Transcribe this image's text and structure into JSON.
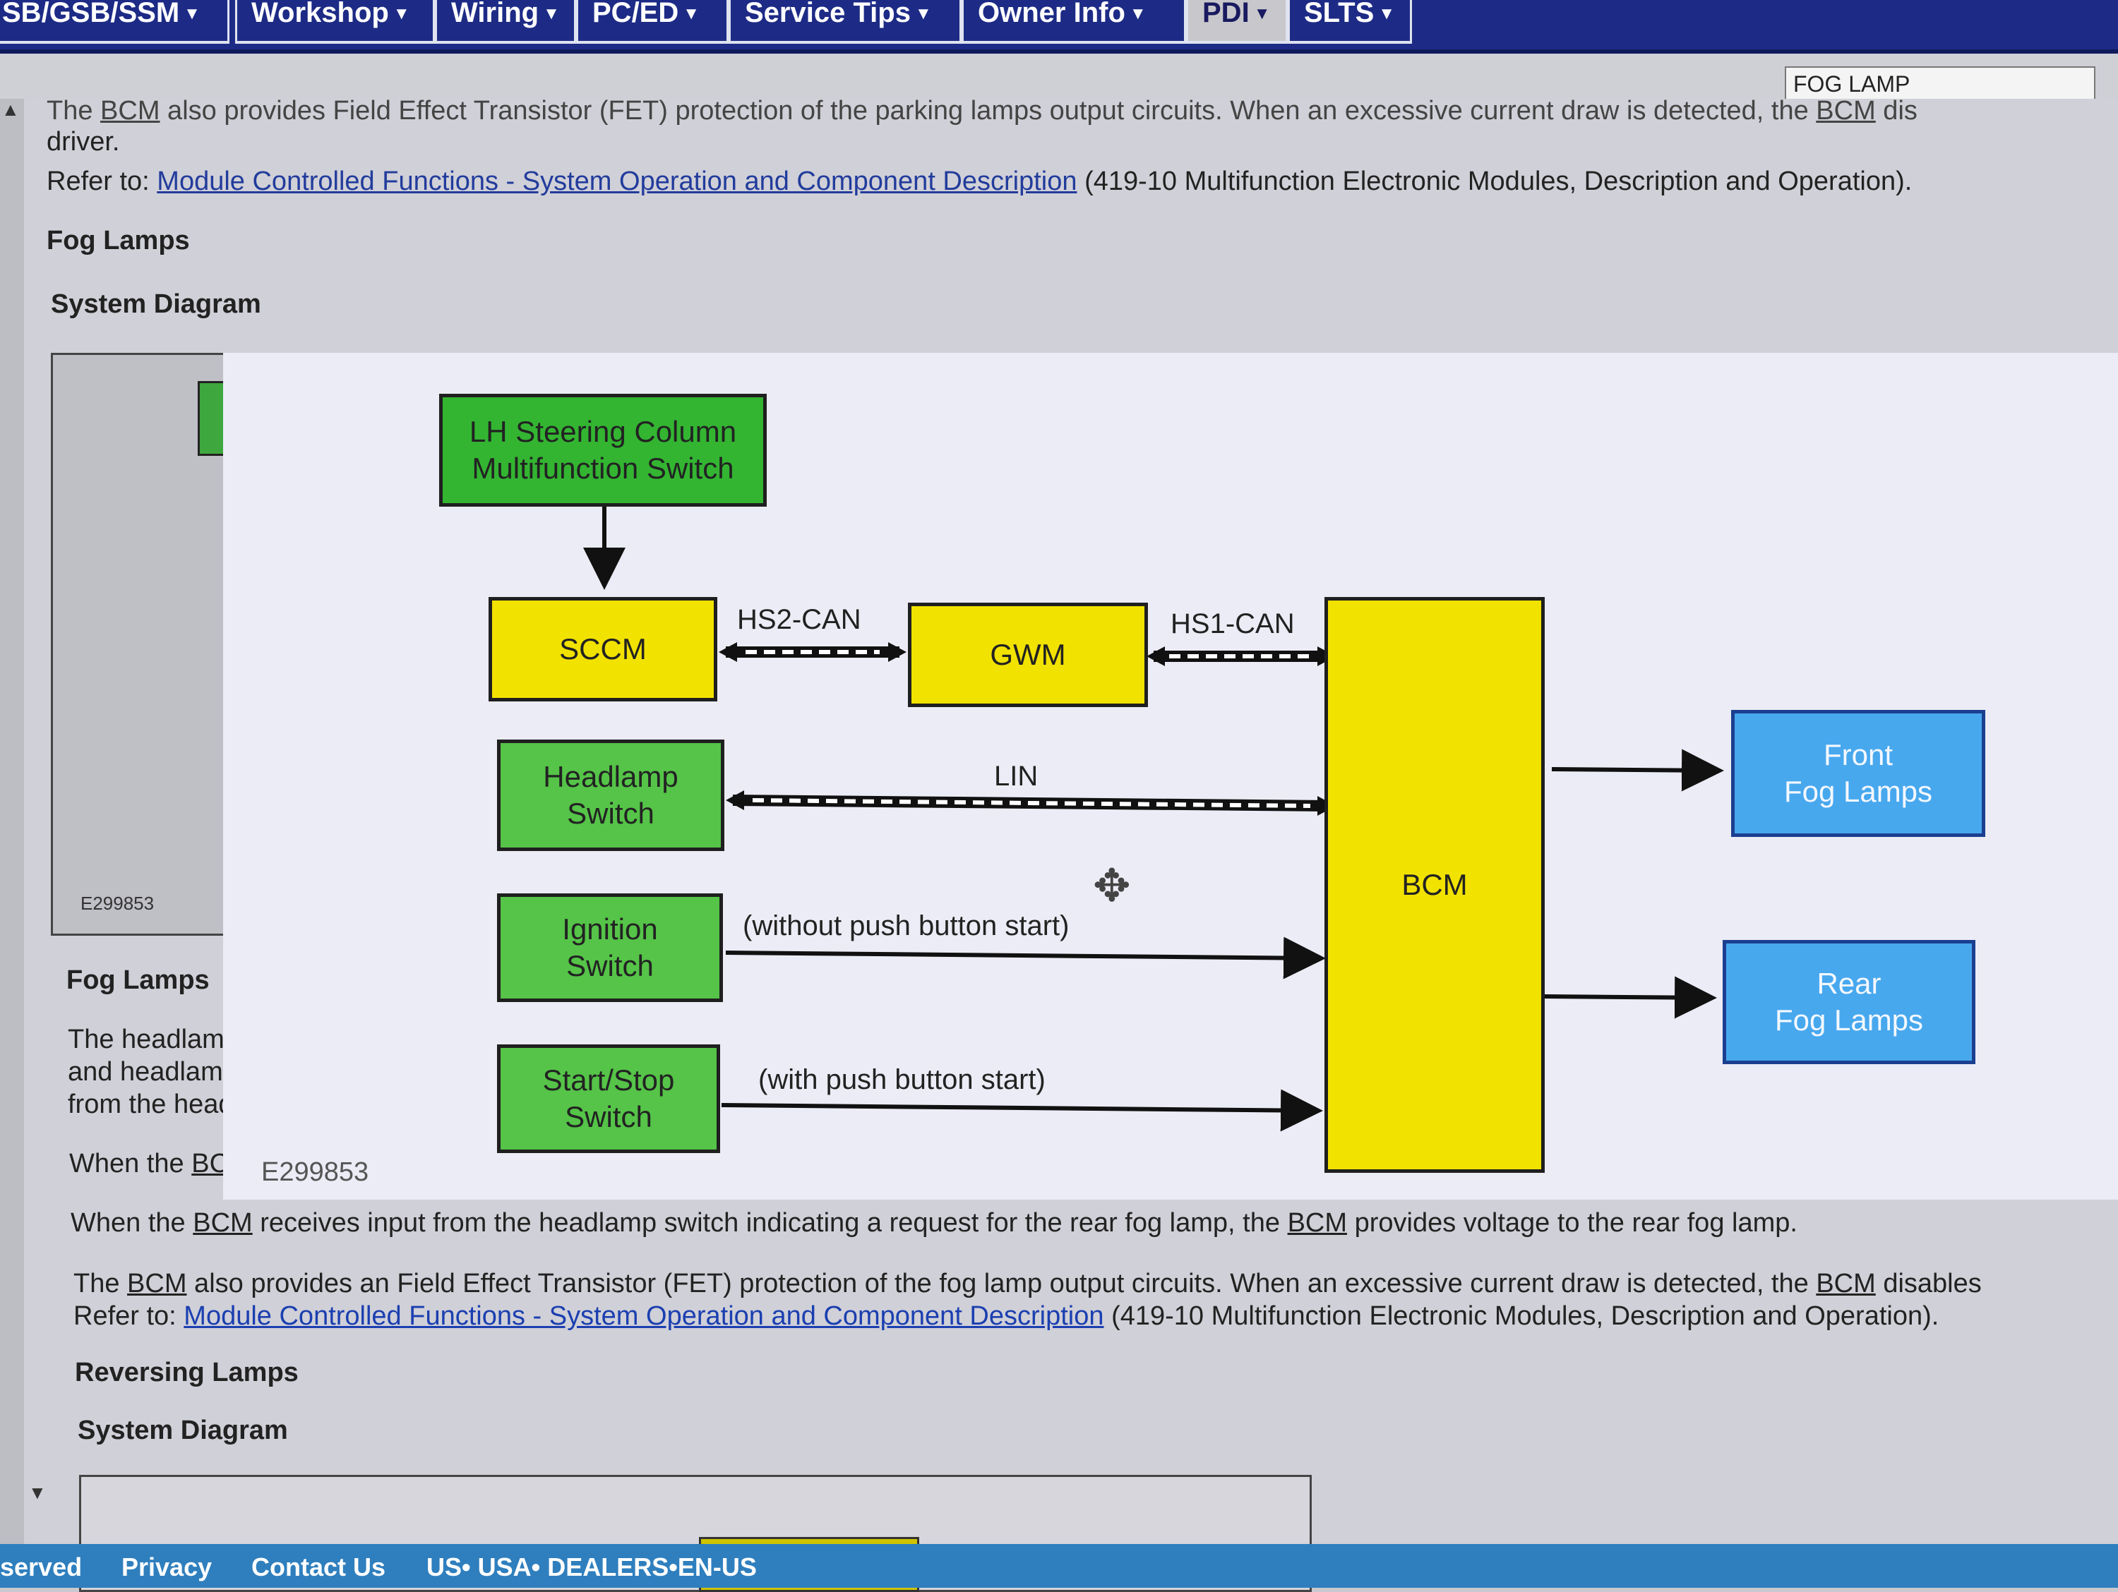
{
  "nav": {
    "tabs": [
      "SB/GSB/SSM",
      "Workshop",
      "Wiring",
      "PC/ED",
      "Service Tips",
      "Owner Info",
      "PDI",
      "SLTS"
    ]
  },
  "search": {
    "value": "FOG LAMP"
  },
  "content": {
    "para_top_1": {
      "before": "The ",
      "abbr": "BCM",
      "middle": " also provides Field Effect Transistor (FET) protection of the parking lamps output circuits. When an excessive current draw is detected, the ",
      "abbr2": "BCM",
      "after": " dis"
    },
    "para_top_1b": "driver.",
    "refer_top": {
      "prefix": "Refer to: ",
      "link": "Module Controlled Functions - System Operation and Component Description",
      "suffix": " (419-10 Multifunction Electronic Modules, Description and Operation)."
    },
    "heading_fog": "Fog Lamps",
    "heading_sysdiag": "System Diagram",
    "old_diagram_id": "E299853",
    "heading_fog_2": "Fog Lamps",
    "partial_lines": [
      "The headlam",
      "and headlam",
      "from the head"
    ],
    "when_partial": {
      "before": "When the ",
      "abbr": "BC"
    },
    "para_rear": {
      "before": "When the ",
      "abbr": "BCM",
      "middle": " receives input from the headlamp switch indicating a request for the rear fog lamp, the ",
      "abbr2": "BCM",
      "after": " provides voltage to the rear fog lamp."
    },
    "para_fet": {
      "before": "The ",
      "abbr": "BCM",
      "middle": " also provides an Field Effect Transistor (FET) protection of the fog lamp output circuits. When an excessive current draw is detected, the ",
      "abbr2": "BCM",
      "after": " disables"
    },
    "refer_bottom": {
      "prefix": "Refer to: ",
      "link": "Module Controlled Functions - System Operation and Component Description",
      "suffix": " (419-10 Multifunction Electronic Modules, Description and Operation)."
    },
    "heading_reversing": "Reversing Lamps",
    "heading_sysdiag_2": "System Diagram"
  },
  "diagram": {
    "id": "E299853",
    "modules": {
      "lh_switch": [
        "LH Steering Column",
        "Multifunction Switch"
      ],
      "sccm": "SCCM",
      "gwm": "GWM",
      "bcm": "BCM",
      "headlamp_switch": [
        "Headlamp",
        "Switch"
      ],
      "ignition_switch": [
        "Ignition",
        "Switch"
      ],
      "startstop_switch": [
        "Start/Stop",
        "Switch"
      ],
      "front_fog": [
        "Front",
        "Fog Lamps"
      ],
      "rear_fog": [
        "Rear",
        "Fog Lamps"
      ]
    },
    "buses": {
      "hs2": "HS2-CAN",
      "hs1": "HS1-CAN",
      "lin": "LIN",
      "without_push": "(without push button start)",
      "with_push": "(with push button start)"
    },
    "colors": {
      "green": "#55c448",
      "yellow": "#f2e200",
      "blue": "#48a8ee"
    }
  },
  "footer": {
    "links": [
      "served",
      "Privacy",
      "Contact Us",
      "US• USA• DEALERS•EN-US"
    ]
  }
}
